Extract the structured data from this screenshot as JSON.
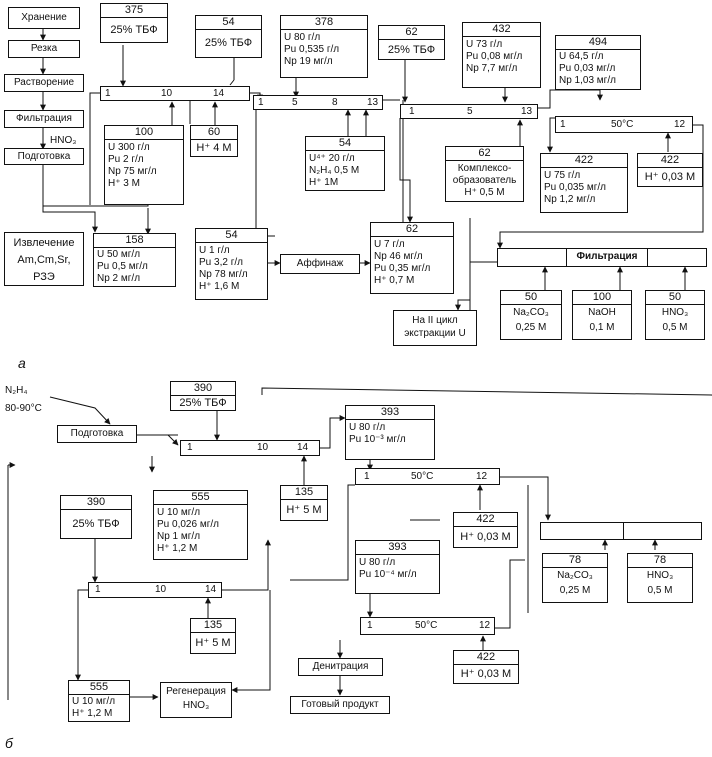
{
  "a": {
    "steps": [
      "Хранение",
      "Резка",
      "Растворение",
      "Фильтрация",
      "Подготовка"
    ],
    "hno3_label": "HNO₃",
    "extract": [
      "Извлечение",
      "Am,Cm,Sr,",
      "РЗЭ"
    ],
    "s375": [
      "375",
      "25% ТБФ"
    ],
    "s54t": [
      "54",
      "25% ТБФ"
    ],
    "s378": [
      "378",
      "U  80 г/л",
      "Pu  0,535 г/л",
      "Np  19 мг/л"
    ],
    "s62t": [
      "62",
      "25% ТБФ"
    ],
    "s432": [
      "432",
      "U  73 г/л",
      "Pu  0,08 мг/л",
      "Np  7,7 мг/л"
    ],
    "s494": [
      "494",
      "U  64,5 г/л",
      "Pu  0,03 мг/л",
      "Np  1,03 мг/л"
    ],
    "col1_labels": [
      "1",
      "10",
      "14"
    ],
    "col2_labels": [
      "1",
      "5",
      "8",
      "13"
    ],
    "col3_labels": [
      "1",
      "5",
      "13"
    ],
    "col4_labels": [
      "1",
      "50°C",
      "12"
    ],
    "s100": [
      "100",
      "U   300 г/л",
      "Pu    2 г/л",
      "Np   75 мг/л",
      "H⁺    3 M"
    ],
    "s60": [
      "60",
      "H⁺ 4 M"
    ],
    "s54m": [
      "54",
      "U⁴⁺    20 г/л",
      "N₂H₄ 0,5 M",
      "H⁺      1M"
    ],
    "s62c": [
      "62",
      "Комплексо-",
      "образователь",
      "H⁺ 0,5 M"
    ],
    "s422a": [
      "422",
      "U  75 г/л",
      "Pu  0,035 мг/л",
      "Np  1,2 мг/л"
    ],
    "s422b": [
      "422",
      "H⁺ 0,03 M"
    ],
    "s158": [
      "158",
      "U  50 мг/л",
      "Pu  0,5 мг/л",
      "Np  2 мг/л"
    ],
    "s54b": [
      "54",
      "U      1 г/л",
      "Pu   3,2 г/л",
      "Np 78 мг/л",
      "H⁺  1,6 M"
    ],
    "affinage": "Аффинаж",
    "s62b": [
      "62",
      "U   7 г/л",
      "Np 46 мг/л",
      "Pu  0,35 мг/л",
      "H⁺   0,7 M"
    ],
    "filtration": "Фильтрация",
    "s50a": [
      "50",
      "Na₂CO₃",
      "0,25 M"
    ],
    "s100b": [
      "100",
      "NaOH",
      "0,1 M"
    ],
    "s50b": [
      "50",
      "HNO₃",
      "0,5 M"
    ],
    "cycle2": [
      "На II цикл",
      "экстракции U"
    ],
    "panel_label": "а"
  },
  "b": {
    "n2h4": "N₂H₄",
    "temp": "80-90°C",
    "prep": "Подготовка",
    "s390t": [
      "390",
      "25% ТБФ"
    ],
    "s393t": [
      "393",
      "U  80 г/л",
      "Pu  10⁻³ мг/л"
    ],
    "col1_labels": [
      "1",
      "10",
      "14"
    ],
    "col2_labels": [
      "1",
      "50°C",
      "12"
    ],
    "s390l": [
      "390",
      "25% ТБФ"
    ],
    "s555m": [
      "555",
      "U  10 мг/л",
      "Pu  0,026 мг/л",
      "Np    1 мг/л",
      "H⁺  1,2 M"
    ],
    "s135a": [
      "135",
      "H⁺ 5 M"
    ],
    "s422a": [
      "422",
      "H⁺ 0,03 M"
    ],
    "s393m": [
      "393",
      "U  80 г/л",
      "Pu  10⁻⁴ мг/л"
    ],
    "col3_labels": [
      "1",
      "10",
      "14"
    ],
    "col4_labels": [
      "1",
      "50°C",
      "12"
    ],
    "s135b": [
      "135",
      "H⁺ 5 M"
    ],
    "s78a": [
      "78",
      "Na₂CO₃",
      "0,25 M"
    ],
    "s78b": [
      "78",
      "HNO₃",
      "0,5 M"
    ],
    "denitr": "Денитрация",
    "product": "Готовый продукт",
    "s422b": [
      "422",
      "H⁺ 0,03 M"
    ],
    "s555b": [
      "555",
      "U  10 мг/л",
      "H⁺  1,2 M"
    ],
    "regen": [
      "Регенерация",
      "HNO₃"
    ],
    "panel_label": "б"
  }
}
